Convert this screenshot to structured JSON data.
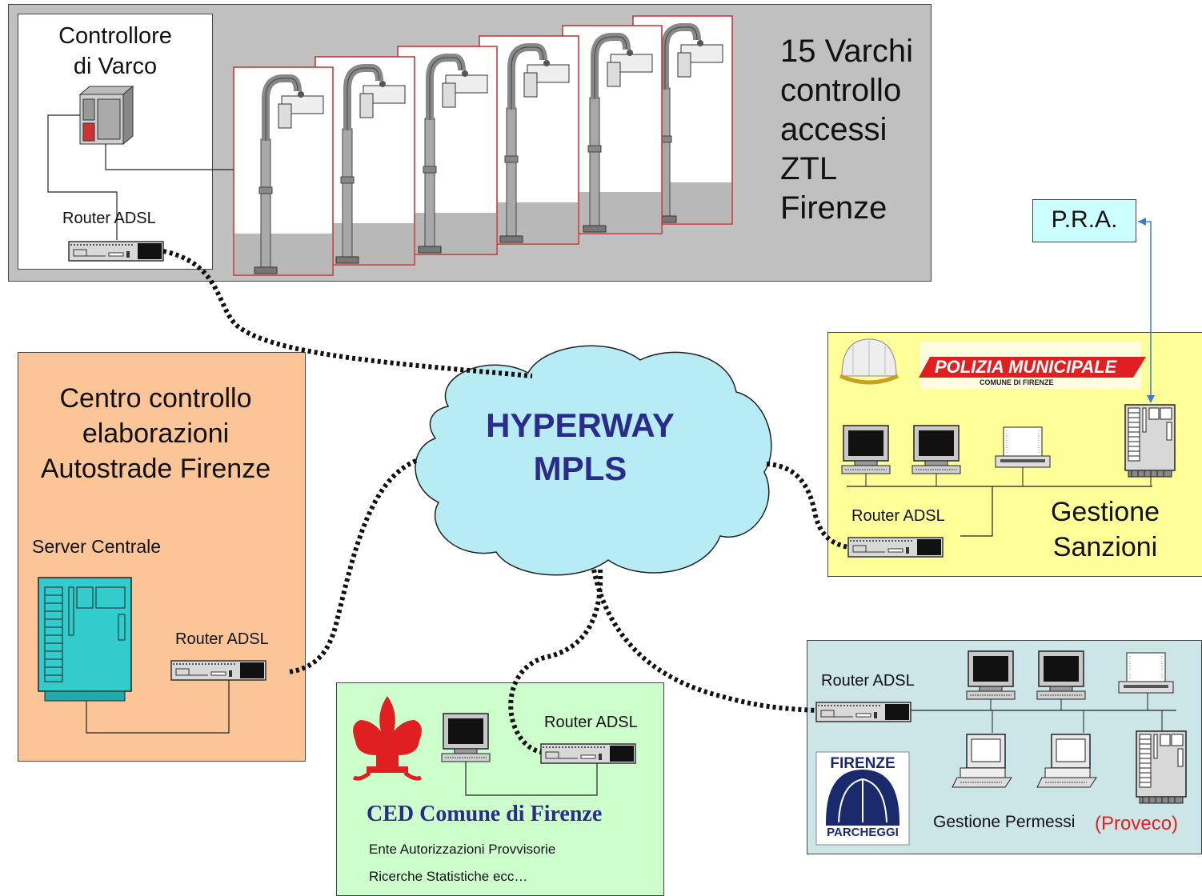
{
  "ztl_panel": {
    "title_lines": [
      "15 Varchi",
      "controllo",
      "accessi",
      "ZTL",
      "Firenze"
    ],
    "controller_lines": [
      "Controllore",
      "di Varco"
    ],
    "router_label": "Router  ADSL",
    "gate_count_drawn": 6
  },
  "cloud": {
    "line1": "HYPERWAY",
    "line2": "MPLS"
  },
  "pra": {
    "label": "P.R.A."
  },
  "centro": {
    "title_lines": [
      "Centro controllo",
      "elaborazioni",
      "Autostrade Firenze"
    ],
    "server_label": "Server Centrale",
    "router_label": "Router  ADSL"
  },
  "polizia": {
    "logo_text": "POLIZIA MUNICIPALE",
    "logo_subtext": "COMUNE DI FIRENZE",
    "router_label": "Router  ADSL",
    "title_lines": [
      "Gestione",
      "Sanzioni"
    ]
  },
  "ced": {
    "router_label": "Router  ADSL",
    "title": "CED Comune di Firenze",
    "line1": "Ente Autorizzazioni Provvisorie",
    "line2": "Ricerche Statistiche   ecc…"
  },
  "permessi": {
    "router_label": "Router  ADSL",
    "logo_top": "FIRENZE",
    "logo_bottom": "PARCHEGGI",
    "label": "Gestione Permessi",
    "label_red": "(Proveco)"
  },
  "colors": {
    "ztl_bg": "#c0c0c0",
    "centro_bg": "#fbc598",
    "polizia_bg": "#ffff99",
    "ced_bg": "#ccffcc",
    "permessi_bg": "#cce6e8",
    "cloud_fill": "#b8ecf4",
    "cloud_text": "#2b2b8c",
    "pra_bg": "#ccffff",
    "server_teal": "#33cccc",
    "red_accent": "#e02020"
  }
}
